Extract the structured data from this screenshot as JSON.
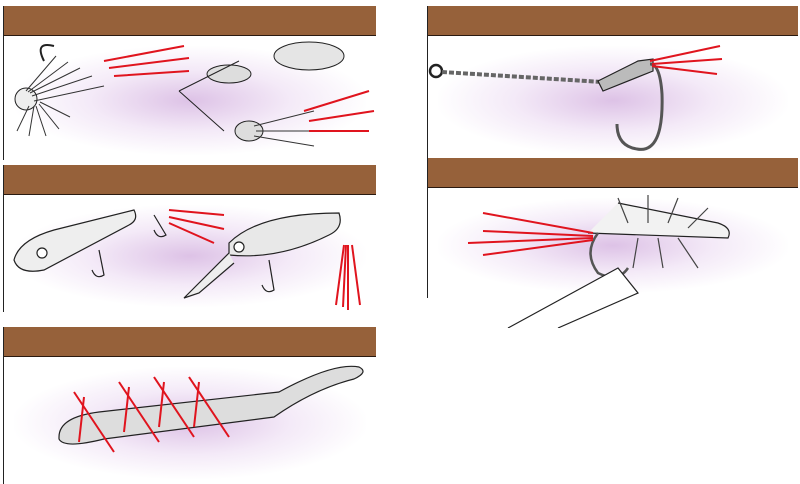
{
  "colors": {
    "header_bar": "#96613a",
    "feather": "#e0141e",
    "glow": "#c896dc",
    "metal": "#cfcfcf"
  },
  "panels": [
    {
      "id": "spinnerbait-jig",
      "icons": [
        "rubber-jig-icon",
        "spinnerbait-icon"
      ]
    },
    {
      "id": "hard-baits",
      "icons": [
        "popper-icon",
        "crankbait-icon"
      ]
    },
    {
      "id": "soft-worm",
      "icons": [
        "worm-icon"
      ]
    },
    {
      "id": "assist-hook",
      "icons": [
        "assist-hook-icon"
      ]
    },
    {
      "id": "fly",
      "icons": [
        "fly-icon"
      ]
    }
  ]
}
